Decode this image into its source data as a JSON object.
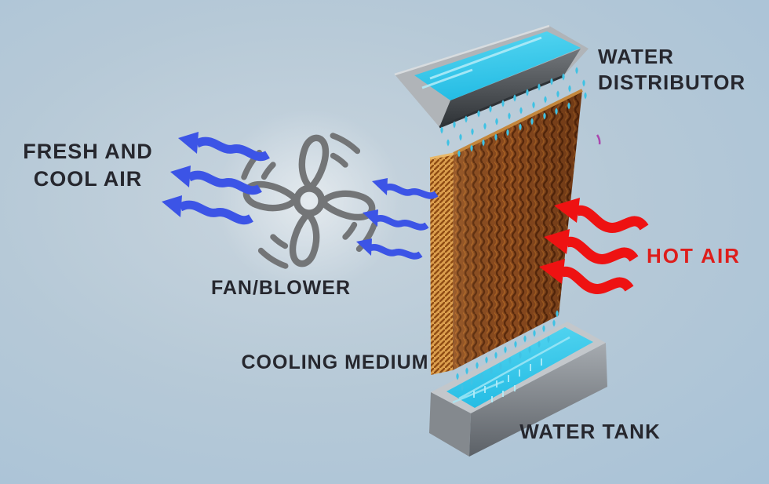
{
  "diagram": {
    "title_hint": "evaporative cooling system diagram",
    "labels": {
      "fresh_cool_air": {
        "line1": "FRESH AND",
        "line2": "COOL AIR"
      },
      "fan_blower": "FAN/BLOWER",
      "cooling_medium": "COOLING MEDIUM",
      "water_distributor": {
        "line1": "WATER",
        "line2": "DISTRIBUTOR"
      },
      "hot_air": "HOT AIR",
      "water_tank": "WATER TANK"
    },
    "icons": {
      "fan": "fan-icon",
      "cool_air_arrows": "cool-air-arrows-icon",
      "cool_air_arrows_inner": "cooled-air-arrows-icon",
      "hot_air_arrows": "hot-air-arrows-icon",
      "water_droplets_top": "water-droplets-top-icon",
      "water_droplets_bottom": "water-droplets-bottom-icon",
      "water_distributor_tray": "water-distributor-tray-icon",
      "cooling_pad": "cooling-pad-icon",
      "water_tank_basin": "water-tank-icon"
    },
    "colors": {
      "background": "#b6c9d7",
      "label_text": "#26272e",
      "hot_air_text": "#de1d1b",
      "cool_air_arrow": "#3c54e6",
      "hot_air_arrow": "#ee1212",
      "water_cyan": "#35c8ec",
      "droplet": "#3fc2e4",
      "pad_front_brown": "#8a4a1e",
      "pad_side_tan": "#dc9f4e",
      "metal_gray": "#9aa0a5",
      "fan_gray": "#737577"
    }
  }
}
